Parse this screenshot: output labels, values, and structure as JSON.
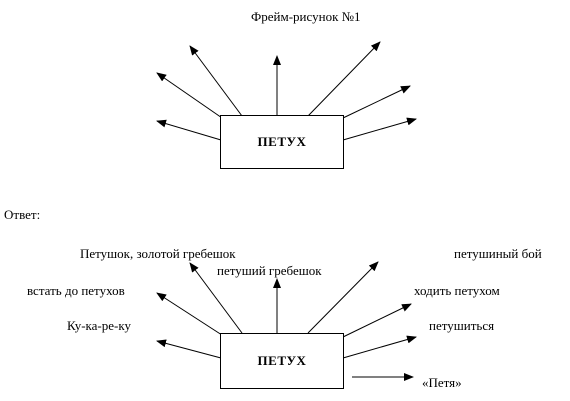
{
  "diagram": {
    "title": "Фрейм-рисунок №1",
    "top_box_label": "ПЕТУХ",
    "answer_label": "Ответ:",
    "bottom_box_label": "ПЕТУХ",
    "bottom_labels": {
      "petushok": "Петушок, золотой гребешок",
      "petushiy_greb": "петуший гребешок",
      "boy": "петушиный бой",
      "vstat": "встать до петухов",
      "hodit": "ходить петухом",
      "kukareku": "Ку-ка-ре-ку",
      "petushitsya": "петушиться",
      "petya": "«Петя»"
    }
  }
}
